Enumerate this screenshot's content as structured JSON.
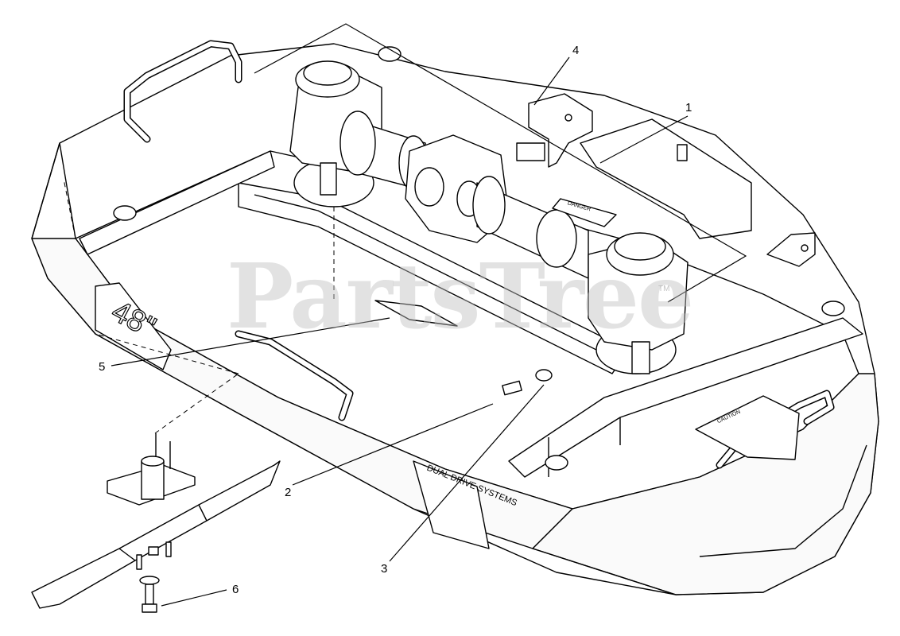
{
  "diagram": {
    "callouts": [
      {
        "id": "1",
        "label": "1"
      },
      {
        "id": "2",
        "label": "2"
      },
      {
        "id": "3",
        "label": "3"
      },
      {
        "id": "4",
        "label": "4"
      },
      {
        "id": "5",
        "label": "5"
      },
      {
        "id": "6",
        "label": "6"
      }
    ],
    "deck_decal": "48\"",
    "caution_label": "CAUTION",
    "danger_label": "DANGER",
    "dual_drive_text": "DUAL DRIVE SYSTEMS",
    "watermark": "PartsTree",
    "trademark": "TM"
  }
}
